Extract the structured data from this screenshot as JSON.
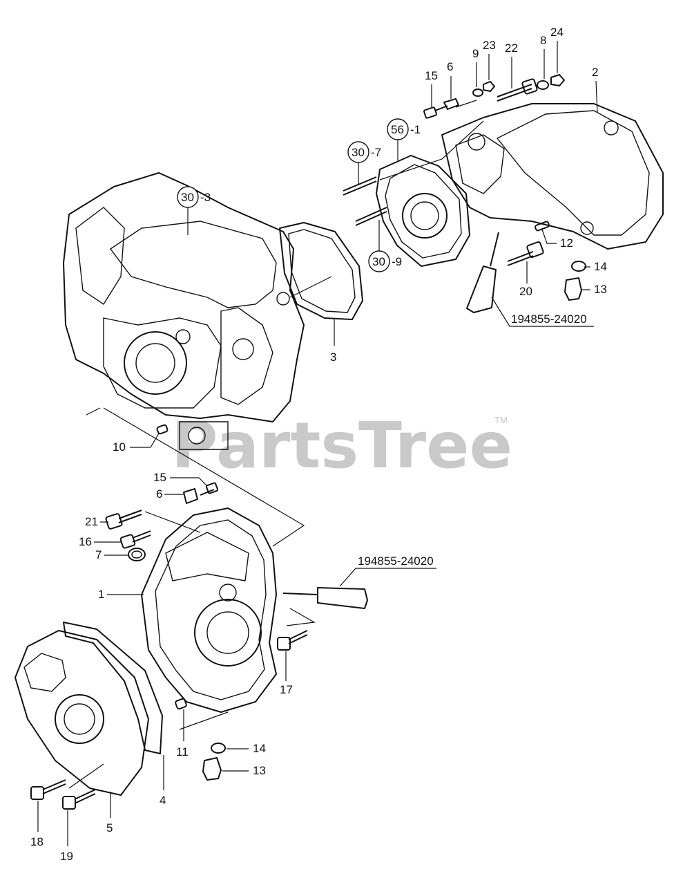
{
  "watermark": {
    "text": "PartsTree",
    "trademark": "TM"
  },
  "callouts": {
    "c1": "1",
    "c2": "2",
    "c3": "3",
    "c4": "4",
    "c5": "5",
    "c6a": "6",
    "c6b": "6",
    "c7": "7",
    "c8": "8",
    "c9": "9",
    "c10": "10",
    "c11": "11",
    "c12": "12",
    "c13a": "13",
    "c13b": "13",
    "c14a": "14",
    "c14b": "14",
    "c15a": "15",
    "c15b": "15",
    "c16": "16",
    "c17": "17",
    "c18": "18",
    "c19": "19",
    "c20": "20",
    "c21": "21",
    "c22": "22",
    "c23": "23",
    "c24": "24",
    "ref30_3": {
      "circle": "30",
      "suffix": "-3"
    },
    "ref30_7": {
      "circle": "30",
      "suffix": "-7"
    },
    "ref30_9": {
      "circle": "30",
      "suffix": "-9"
    },
    "ref56_1": {
      "circle": "56",
      "suffix": "-1"
    },
    "sealant_top": "194855-24020",
    "sealant_bottom": "194855-24020"
  }
}
